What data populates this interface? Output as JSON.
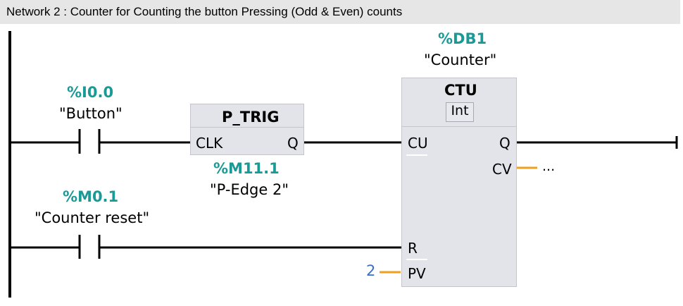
{
  "network": {
    "title": "Network 2 : Counter for Counting the button Pressing (Odd & Even) counts"
  },
  "contacts": [
    {
      "address": "%I0.0",
      "symbol": "\"Button\""
    },
    {
      "address": "%M0.1",
      "symbol": "\"Counter reset\""
    }
  ],
  "p_trig": {
    "title": "P_TRIG",
    "pin_in": "CLK",
    "pin_out": "Q",
    "address": "%M11.1",
    "symbol": "\"P-Edge 2\""
  },
  "ctu": {
    "instance_address": "%DB1",
    "instance_symbol": "\"Counter\"",
    "title": "CTU",
    "data_type": "Int",
    "pins": {
      "cu": "CU",
      "q": "Q",
      "cv": "CV",
      "r": "R",
      "pv": "PV"
    },
    "cv_value": "...",
    "pv_value": "2"
  },
  "colors": {
    "address": "#1a9a96",
    "connection_stub": "#f0a020",
    "constant": "#3a6fc4",
    "block_fill": "#e3e3ea",
    "header_fill": "#e6e6e6"
  }
}
